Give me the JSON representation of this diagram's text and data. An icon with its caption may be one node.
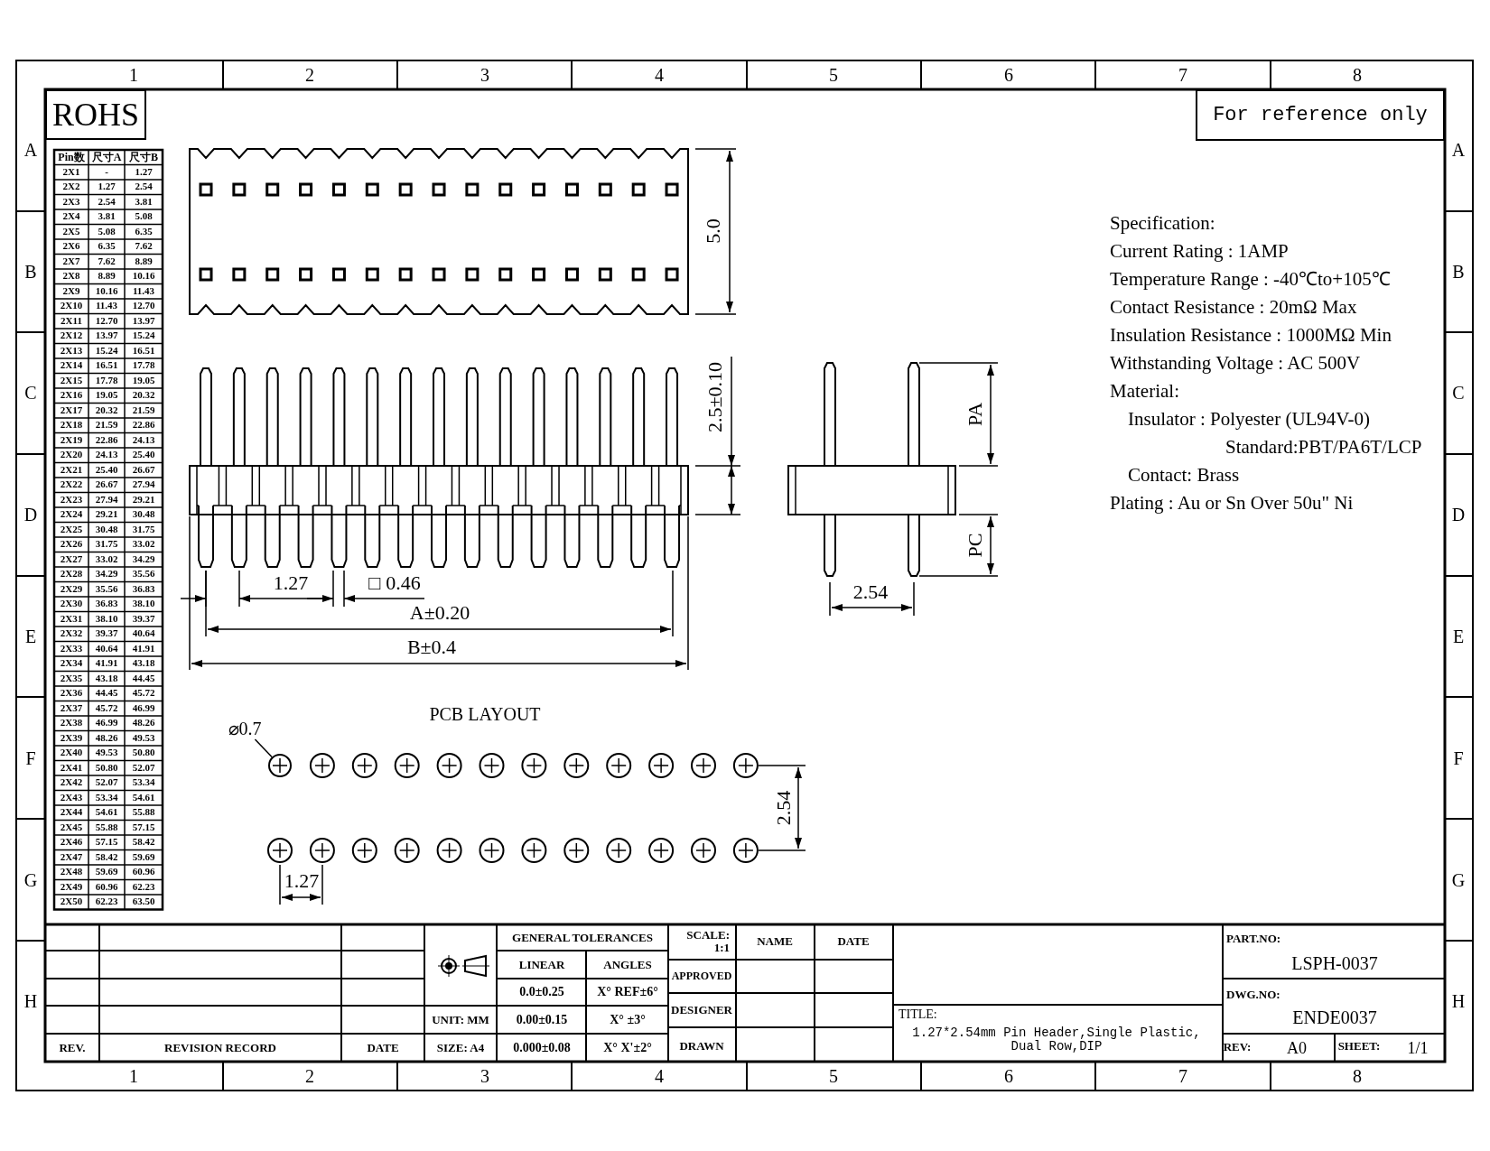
{
  "diagram": {
    "nodes": [
      {
        "text": [
          "ROHS"
        ]
      },
      {
        "text": [
          "For reference only"
        ]
      },
      {
        "text": [
          "⌀0.7"
        ]
      },
      {
        "text": [],
        "shape": "circle"
      }
    ],
    "edges": [
      {
        "from": 2,
        "to": 3,
        "arrow": "none"
      }
    ],
    "labels": [
      "1",
      "2",
      "3",
      "4",
      "5",
      "6",
      "7",
      "8",
      "A",
      "B",
      "C",
      "D",
      "E",
      "F",
      "G",
      "H",
      "A",
      "B",
      "C",
      "D",
      "E",
      "F",
      "G",
      "H",
      "Pin数",
      "尺寸A",
      "尺寸B",
      "2X1",
      "-",
      "1.27",
      "2X2",
      "1.27",
      "2.54",
      "2X3",
      "2.54",
      "3.81",
      "2X4",
      "3.81",
      "5.08",
      "2X5",
      "5.08",
      "6.35",
      "2X6",
      "6.35",
      "7.62",
      "2X7",
      "7.62",
      "8.89",
      "2X8",
      "8.89",
      "10.16",
      "2X9",
      "10.16",
      "11.43",
      "2X10",
      "11.43",
      "12.70",
      "2X11",
      "12.70",
      "13.97",
      "2X12",
      "13.97",
      "15.24",
      "2X13",
      "15.24",
      "16.51",
      "2X14",
      "16.51",
      "17.78",
      "2X15",
      "17.78",
      "19.05",
      "2X16",
      "19.05",
      "20.32",
      "2X17",
      "20.32",
      "21.59",
      "2X18",
      "21.59",
      "22.86",
      "2X19",
      "22.86",
      "24.13",
      "2X20",
      "24.13",
      "25.40",
      "2X21",
      "25.40",
      "26.67",
      "2X22",
      "26.67",
      "27.94",
      "2X23",
      "27.94",
      "29.21",
      "2X24",
      "29.21",
      "30.48",
      "2X25",
      "30.48",
      "31.75",
      "2X26",
      "31.75",
      "33.02",
      "2X27",
      "33.02",
      "34.29",
      "2X28",
      "34.29",
      "35.56",
      "2X29",
      "35.56",
      "36.83",
      "2X30",
      "36.83",
      "38.10",
      "2X31",
      "38.10",
      "39.37",
      "2X32",
      "39.37",
      "40.64",
      "2X33",
      "40.64",
      "41.91",
      "2X34",
      "41.91",
      "43.18",
      "2X35",
      "43.18",
      "44.45",
      "2X36",
      "44.45",
      "45.72",
      "2X37",
      "45.72",
      "46.99",
      "2X38",
      "46.99",
      "48.26",
      "2X39",
      "48.26",
      "49.53",
      "2X40",
      "49.53",
      "50.80",
      "2X41",
      "50.80",
      "52.07",
      "2X42",
      "52.07",
      "53.34",
      "2X43",
      "53.34",
      "54.61",
      "2X44",
      "54.61",
      "55.88",
      "2X45",
      "55.88",
      "57.15",
      "2X46",
      "57.15",
      "58.42",
      "2X47",
      "58.42",
      "59.69",
      "2X48",
      "59.69",
      "60.96",
      "2X49",
      "60.96",
      "62.23",
      "2X50",
      "62.23",
      "63.50",
      "5.0",
      "2.5±0.10",
      "PA",
      "PC",
      "Specification:",
      "Current Rating : 1AMP",
      "Temperature Range : -40℃to+105℃",
      "Contact Resistance : 20mΩ Max",
      "Insulation Resistance : 1000MΩ Min",
      "Withstanding Voltage : AC 500V",
      "Material:",
      "Insulator : Polyester (UL94V-0)",
      "Standard:PBT/PA6T/LCP",
      "Contact: Brass",
      "Plating : Au or Sn Over 50u\" Ni",
      "1.27",
      "□ 0.46",
      "2.54",
      "A±0.20",
      "B±0.4",
      "PCB LAYOUT",
      "2.54",
      "1.27",
      "GENERAL TOLERANCES",
      "SCALE: 1:1",
      "NAME",
      "DATE",
      "PART.NO:",
      "LINEAR",
      "ANGLES",
      "APPROVED",
      "LSPH-0037",
      "0.0±0.25",
      "X° REF±6°",
      "DWG.NO:",
      "DESIGNER",
      "UNIT: MM",
      "0.00±0.15",
      "X° ±3°",
      "TITLE:",
      "ENDE0037",
      "1.27*2.54mm Pin Header,Single Plastic, Dual Row,DIP",
      "REV.",
      "REVISION RECORD",
      "DATE",
      "SIZE: A4",
      "0.000±0.08",
      "X° X'±2°",
      "DRAWN",
      "REV:",
      "A0",
      "SHEET:",
      "1/1",
      "1",
      "2",
      "3",
      "4",
      "5",
      "6",
      "7",
      "8"
    ]
  }
}
